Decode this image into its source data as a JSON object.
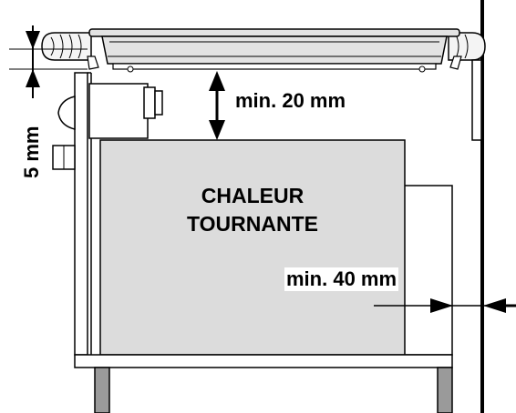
{
  "diagram": {
    "oven_label_line1": "CHALEUR",
    "oven_label_line2": "TOURNANTE",
    "dim_top": "min. 20 mm",
    "dim_side": "min. 40 mm",
    "dim_gap": "5 mm"
  },
  "colors": {
    "oven_fill": "#dcdcdc",
    "cabinet_fill": "#ffffff",
    "stroke": "#000000",
    "leg_fill": "#9a9a9a",
    "hob_fill": "#e3e3e3"
  }
}
